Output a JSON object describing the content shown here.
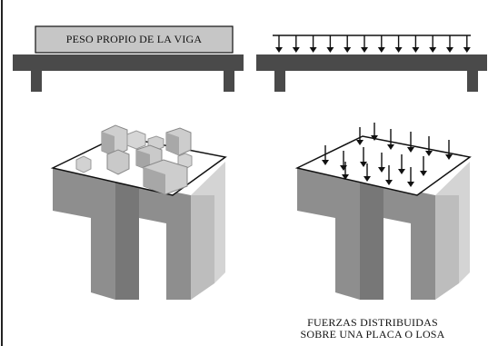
{
  "labels": {
    "beam_self_weight": "PESO PROPIO DE LA VIGA",
    "distributed_forces_line1": "FUERZAS DISTRIBUIDAS",
    "distributed_forces_line2": "SOBRE UNA PLACA O LOSA"
  },
  "colors": {
    "beam_box": "#c6c6c6",
    "support_dark": "#4a4a4a",
    "frame_face": "#8e8e8e",
    "frame_side": "#d4d4d4",
    "arrow": "#111111",
    "border": "#222222"
  },
  "panels": [
    {
      "id": "beam-self-weight",
      "type": "beam-with-box-load"
    },
    {
      "id": "beam-distributed",
      "type": "beam-with-distributed-arrows"
    },
    {
      "id": "slab-point-loads",
      "type": "slab-with-blocks"
    },
    {
      "id": "slab-distributed",
      "type": "slab-with-arrows"
    }
  ]
}
